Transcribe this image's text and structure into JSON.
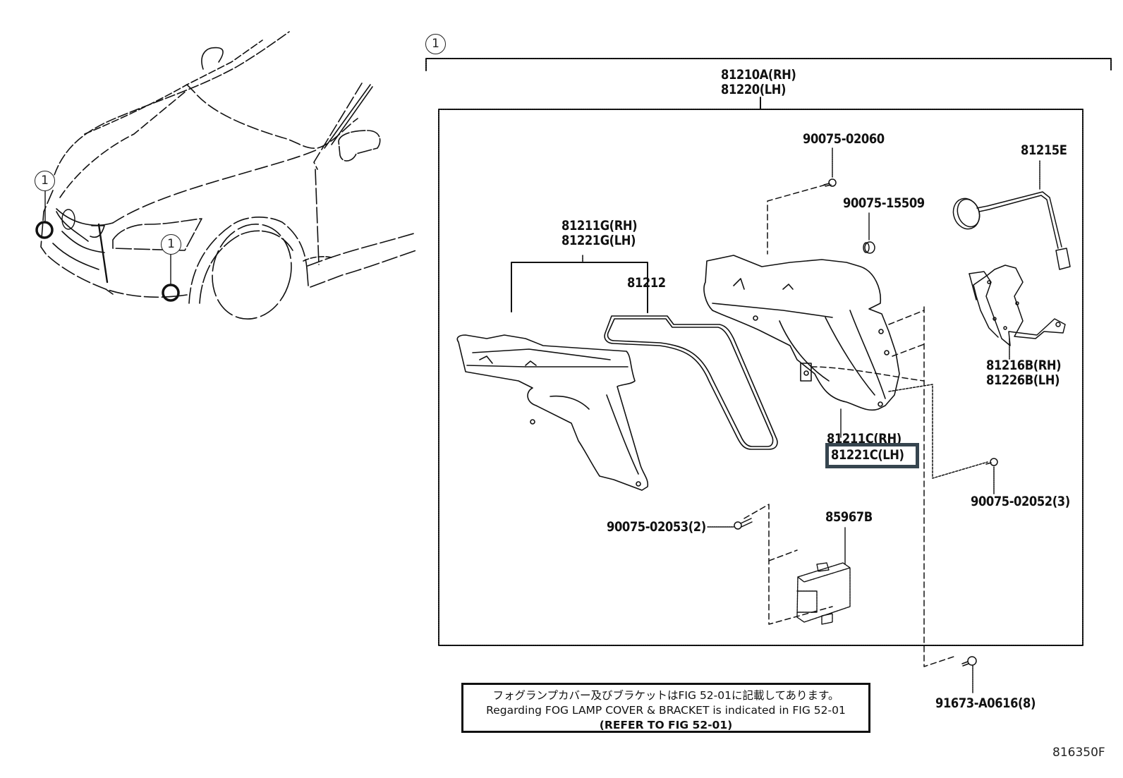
{
  "diagram": {
    "type": "parts-exploded-view",
    "figure_id": "816350F",
    "callout_symbol": "1",
    "assembly": {
      "callout": "1",
      "label_rh": "81210A(RH)",
      "label_lh": "81220(LH)"
    },
    "parts": [
      {
        "id": "screw-top",
        "label": "90075-02060"
      },
      {
        "id": "grommet",
        "label": "90075-15509"
      },
      {
        "id": "socket-wire",
        "label": "81215E"
      },
      {
        "id": "lens-housing-g",
        "label_rh": "81211G(RH)",
        "label_lh": "81221G(LH)"
      },
      {
        "id": "gasket",
        "label": "81212"
      },
      {
        "id": "bracket",
        "label_rh": "81216B(RH)",
        "label_lh": "81226B(LH)"
      },
      {
        "id": "housing-c",
        "label_rh": "81211C(RH)",
        "label_lh": "81221C(LH)",
        "highlighted": "81221C(LH)"
      },
      {
        "id": "screw-right",
        "label": "90075-02052(3)"
      },
      {
        "id": "screw-left",
        "label": "90075-02053(2)"
      },
      {
        "id": "module",
        "label": "85967B"
      },
      {
        "id": "screw-bottom",
        "label": "91673-A0616(8)"
      }
    ],
    "note": {
      "japanese": "フォグランプカバー及びブラケットはFIG 52-01に記載してあります。",
      "english": "Regarding FOG LAMP COVER & BRACKET is indicated in FIG 52-01",
      "refer": "(REFER TO FIG 52-01)"
    },
    "highlight_color": "#36454f",
    "vehicle_callouts": [
      "1",
      "1"
    ]
  }
}
